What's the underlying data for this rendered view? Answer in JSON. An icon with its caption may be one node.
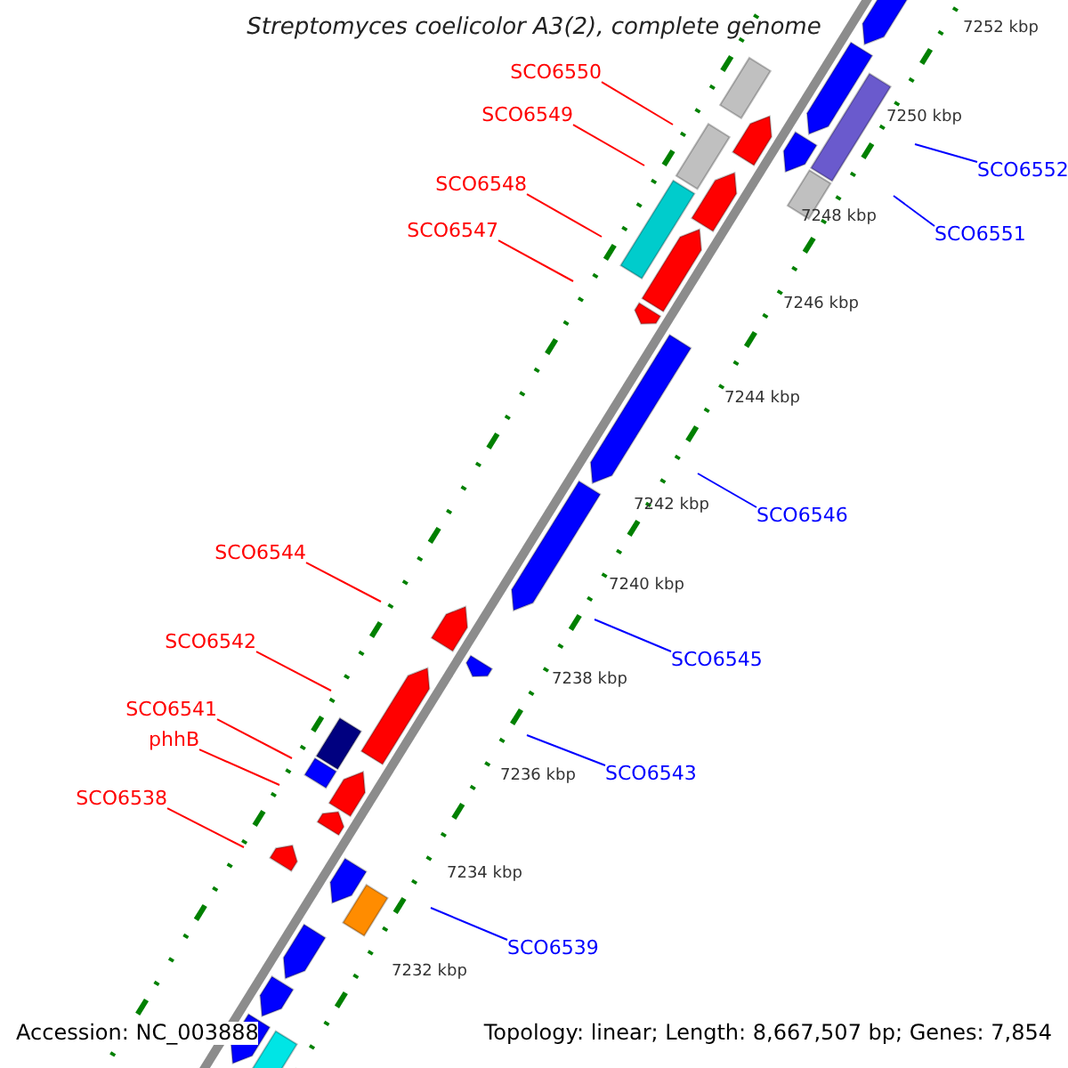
{
  "diagram": {
    "title": "Streptomyces coelicolor A3(2), complete genome",
    "nodes": [
      {
        "text": [
          "SCO6550"
        ]
      },
      {
        "text": [
          "SCO6549"
        ]
      },
      {
        "text": [
          "SCO6548"
        ]
      },
      {
        "text": [
          "SCO6547"
        ]
      },
      {
        "text": [
          "SCO6552"
        ]
      },
      {
        "text": [
          "SCO6551"
        ]
      },
      {
        "text": [
          "SCO6546"
        ]
      },
      {
        "text": [
          "SCO6544"
        ]
      },
      {
        "text": [
          "SCO6545"
        ]
      },
      {
        "text": [
          "SCO6542"
        ]
      },
      {
        "text": [
          "SCO6541"
        ]
      },
      {
        "text": [
          "phhB"
        ]
      },
      {
        "text": [
          "SCO6543"
        ]
      },
      {
        "text": [
          "SCO6538"
        ]
      },
      {
        "text": [
          "SCO6539"
        ]
      }
    ],
    "edges": [
      {
        "from": 0,
        "to": null,
        "arrow": "none"
      },
      {
        "from": 1,
        "to": null,
        "arrow": "none"
      },
      {
        "from": 2,
        "to": null,
        "arrow": "none"
      },
      {
        "from": 3,
        "to": null,
        "arrow": "none"
      },
      {
        "from": 4,
        "to": null,
        "arrow": "none",
        "color": "#0000ff"
      },
      {
        "from": 5,
        "to": null,
        "arrow": "none",
        "color": "#0000ff"
      },
      {
        "from": 6,
        "to": null,
        "arrow": "none",
        "color": "#0000ff"
      },
      {
        "from": 7,
        "to": null,
        "arrow": "none"
      },
      {
        "from": 8,
        "to": null,
        "arrow": "none",
        "color": "#0000ff"
      },
      {
        "from": 9,
        "to": null,
        "arrow": "none"
      },
      {
        "from": 10,
        "to": null,
        "arrow": "none"
      },
      {
        "from": 11,
        "to": null,
        "arrow": "none"
      },
      {
        "from": 12,
        "to": null,
        "arrow": "none",
        "color": "#0000ff"
      },
      {
        "from": 13,
        "to": null,
        "arrow": "none"
      },
      {
        "from": 14,
        "to": null,
        "arrow": "none",
        "color": "#0000ff"
      }
    ],
    "labels": [
      "7252 kbp",
      "7250 kbp",
      "7248 kbp",
      "7246 kbp",
      "7244 kbp",
      "7242 kbp",
      "7240 kbp",
      "7238 kbp",
      "7236 kbp",
      "7234 kbp",
      "7232 kbp",
      "Accession: NC_003888",
      "Topology: linear; Length: 8,667,507 bp; Genes: 7,854"
    ]
  }
}
